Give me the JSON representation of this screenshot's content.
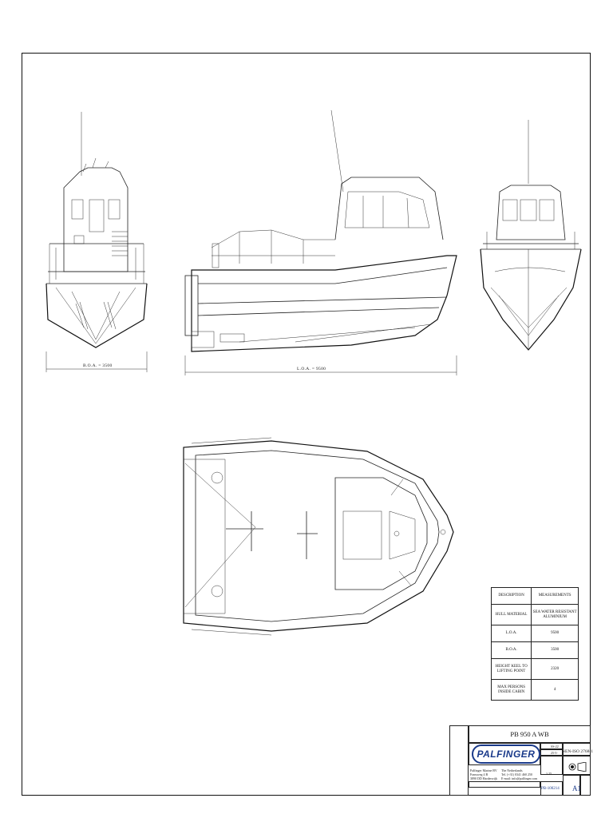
{
  "dimensions": {
    "boa": "B.O.A. = 3500",
    "loa": "L.O.A. = 9500"
  },
  "spec_table": {
    "header": [
      "DESCRIPTION",
      "MEASUREMENTS"
    ],
    "rows": [
      [
        "HULL MATERIAL",
        "SEA WATER RESISTANT ALUMINIUM"
      ],
      [
        "L.O.A.",
        "9500"
      ],
      [
        "B.O.A.",
        "3500"
      ],
      [
        "HEIGHT KEEL TO LIFTING POINT",
        "2320"
      ],
      [
        "MAX PERSONS INSIDE CABIN",
        "4"
      ]
    ]
  },
  "title_block": {
    "title": "PB 950 A WB",
    "logo": "PALFINGER",
    "standard": "NEN-ISO 2768-1",
    "address": [
      "Palfinger Marine BV",
      "Fransweg 4 B",
      "3890 DD Harderwijk"
    ],
    "company": "The Netherlands",
    "phone": "Tel. (+31) 0341 460 250",
    "email": "E-mail: info@palfinger.com",
    "drawing_no": "PB-100214",
    "sheet": "A1",
    "code1": "SS-22",
    "code2": "25-5-",
    "scale": "1:25"
  },
  "icons": {
    "projection": "first-angle-projection-icon"
  }
}
